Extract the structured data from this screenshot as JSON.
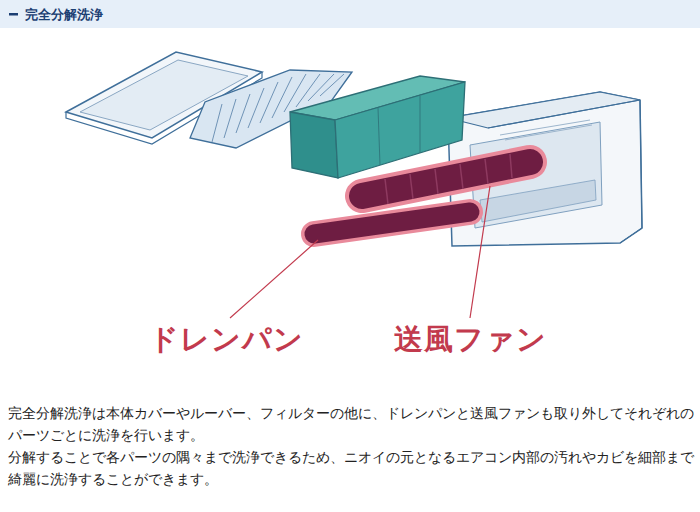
{
  "diagram": {
    "title": "完全分解洗浄",
    "labels": [
      "ドレンパン",
      "送風ファン",
      "完全分解洗浄は本体カバーやルーバー、フィルターの他に、ドレンパンと送風ファンも取り外してそれぞれのパーツごとに洗浄を行います。",
      "分解することで各パーツの隅々まで洗浄できるため、ニオイの元となるエアコン内部の汚れやカビを細部まで綺麗に洗浄することができます。"
    ]
  }
}
